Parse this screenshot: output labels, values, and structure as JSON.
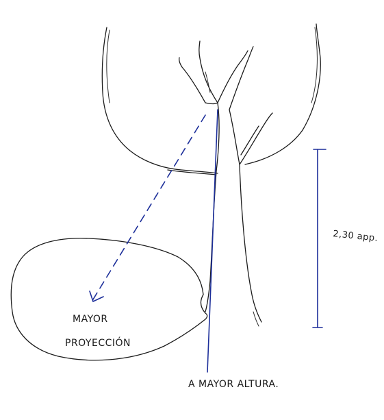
{
  "labels": {
    "projection_line1": "MAYOR",
    "projection_line2": "PROYECCIÓN",
    "height_value": "2,30 app.",
    "height_note": "A MAYOR ALTURA."
  },
  "colors": {
    "ink": "#1b1b1b",
    "marker_blue": "#1d2f9a",
    "paper": "#ffffff"
  }
}
